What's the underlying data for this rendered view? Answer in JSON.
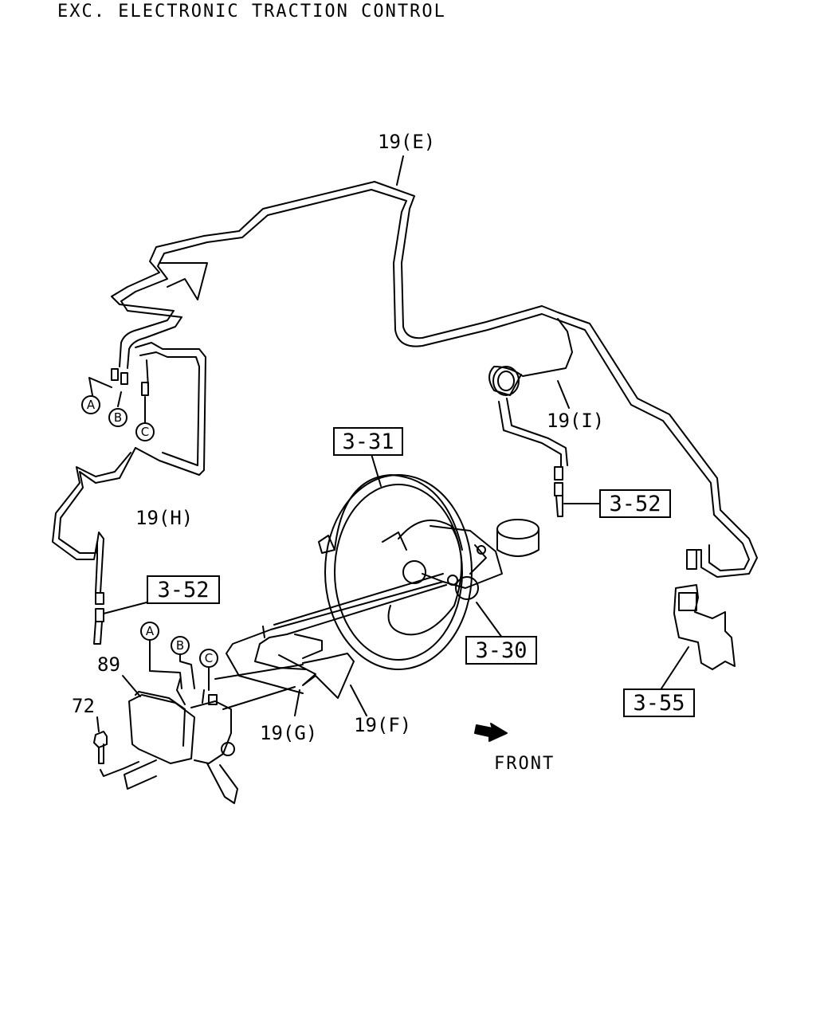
{
  "title": "EXC. ELECTRONIC TRACTION CONTROL",
  "callouts": {
    "pipe_e": "19(E)",
    "pipe_i": "19(I)",
    "pipe_h": "19(H)",
    "pipe_g": "19(G)",
    "pipe_f": "19(F)",
    "part_89": "89",
    "part_72": "72"
  },
  "boxed_refs": {
    "booster": "3-31",
    "hose_right": "3-52",
    "hose_left": "3-52",
    "master_cylinder": "3-30",
    "bracket": "3-55"
  },
  "connectors": {
    "a_top": "A",
    "b_top": "B",
    "c_top": "C",
    "a_bottom": "A",
    "b_bottom": "B",
    "c_bottom": "C"
  },
  "direction_label": "FRONT"
}
